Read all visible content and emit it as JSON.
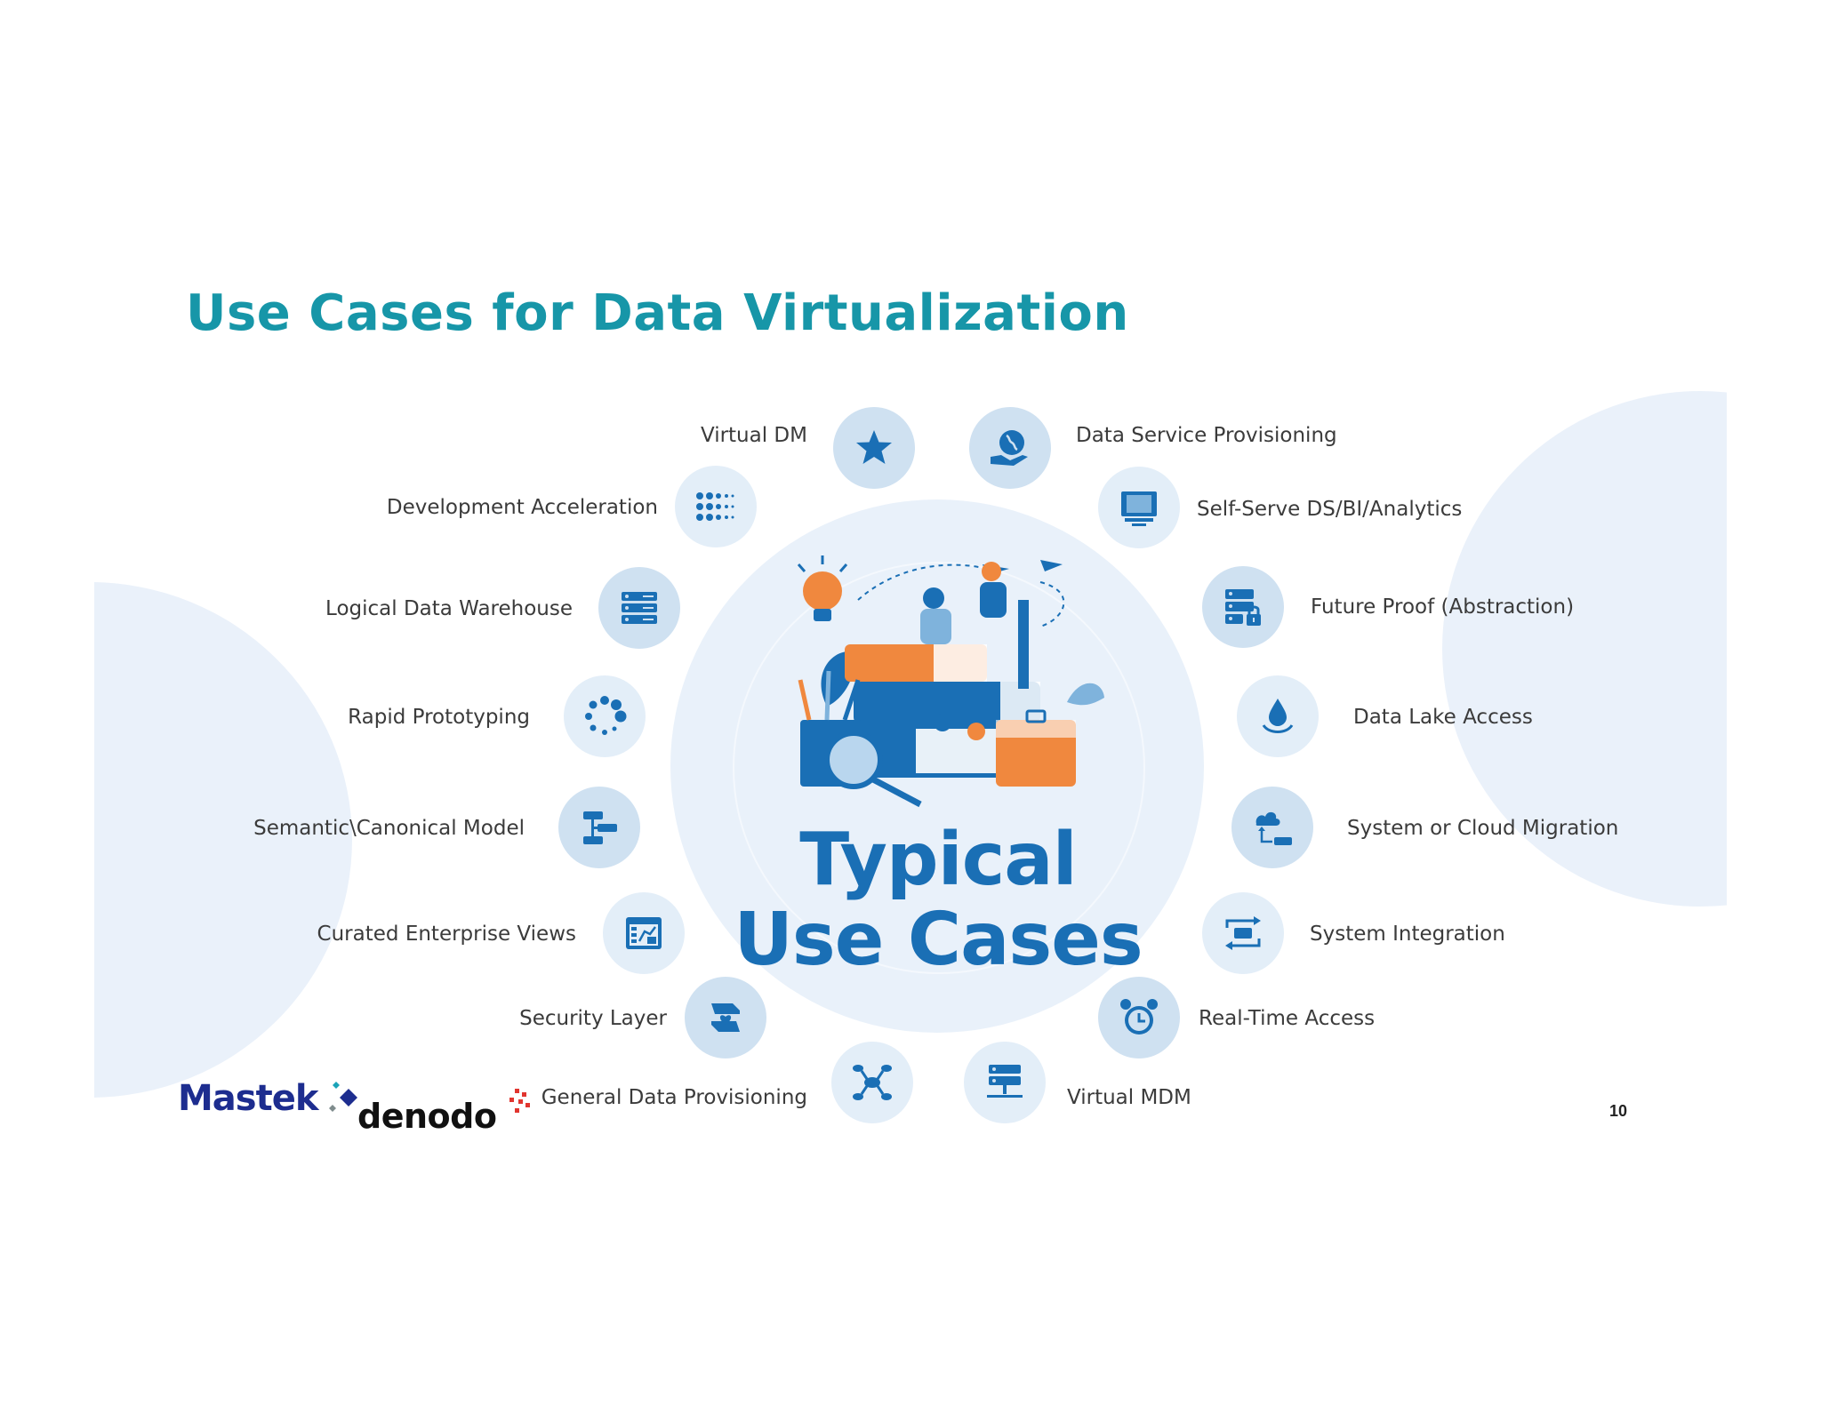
{
  "slide": {
    "title": "Use Cases for Data Virtualization",
    "center_line1": "Typical",
    "center_line2": "Use Cases",
    "page_number": "10"
  },
  "use_cases": [
    {
      "label": "Virtual DM",
      "icon": "star-icon"
    },
    {
      "label": "Data Service Provisioning",
      "icon": "globe-hand-icon"
    },
    {
      "label": "Development Acceleration",
      "icon": "dot-grid-icon"
    },
    {
      "label": "Self-Serve DS/BI/Analytics",
      "icon": "monitor-icon"
    },
    {
      "label": "Logical Data Warehouse",
      "icon": "server-rack-icon"
    },
    {
      "label": "Future Proof (Abstraction)",
      "icon": "server-lock-icon"
    },
    {
      "label": "Rapid Prototyping",
      "icon": "loading-spinner-icon"
    },
    {
      "label": "Data Lake Access",
      "icon": "water-drop-icon"
    },
    {
      "label": "Semantic\\Canonical Model",
      "icon": "hierarchy-icon"
    },
    {
      "label": "System or Cloud Migration",
      "icon": "cloud-migration-icon"
    },
    {
      "label": "Curated Enterprise Views",
      "icon": "dashboard-icon"
    },
    {
      "label": "System Integration",
      "icon": "sync-arrows-icon"
    },
    {
      "label": "Security Layer",
      "icon": "hands-heart-icon"
    },
    {
      "label": "Real-Time Access",
      "icon": "alarm-clock-icon"
    },
    {
      "label": "General Data Provisioning",
      "icon": "database-network-icon"
    },
    {
      "label": "Virtual MDM",
      "icon": "server-network-icon"
    }
  ],
  "logos": {
    "mastek": "Mastek",
    "denodo": "denodo"
  },
  "colors": {
    "title": "#1796a8",
    "accent_blue": "#1a6fb5",
    "icon_bg": "#cfe1f1",
    "background_shape": "#eaf1fa",
    "orange": "#f0883e"
  }
}
